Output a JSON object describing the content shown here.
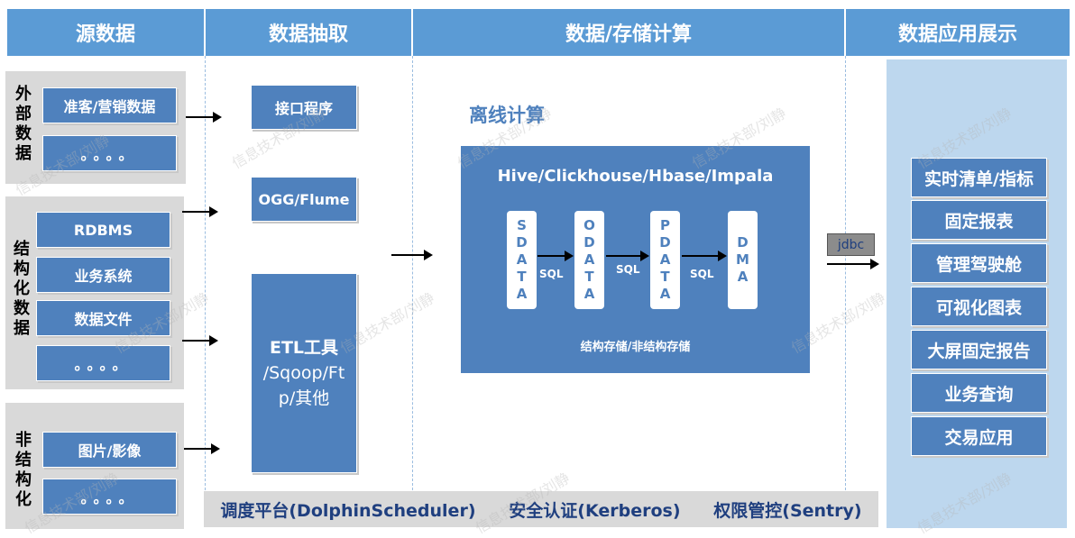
{
  "headers": [
    "源数据",
    "数据抽取",
    "数据/存储计算",
    "数据应用展示"
  ],
  "source": {
    "external": {
      "label": "外部数据",
      "items": [
        "准客/营销数据",
        "。。。。"
      ]
    },
    "structured": {
      "label": "结构化数据",
      "items": [
        "RDBMS",
        "业务系统",
        "数据文件",
        "。。。。"
      ]
    },
    "unstructured": {
      "label": "非结构化",
      "items": [
        "图片/影像",
        "。。。。"
      ]
    }
  },
  "extract": {
    "interface": "接口程序",
    "ogg": "OGG/Flume",
    "etl_line1": "ETL工具",
    "etl_line2": "/Sqoop/Ft",
    "etl_line3": "p/其他"
  },
  "compute": {
    "title": "离线计算",
    "engines": "Hive/Clickhouse/Hbase/Impala",
    "layers": [
      "SDATA",
      "ODATA",
      "PDATA",
      "DMA"
    ],
    "sql": "SQL",
    "storage": "结构存储/非结构存储"
  },
  "jdbc": "jdbc",
  "apps": [
    "实时清单/指标",
    "固定报表",
    "管理驾驶舱",
    "可视化图表",
    "大屏固定报告",
    "业务查询",
    "交易应用"
  ],
  "bottom": {
    "scheduler": "调度平台(DolphinScheduler)",
    "security": "安全认证(Kerberos)",
    "permission": "权限管控(Sentry)"
  },
  "watermark": "信息技术部/刘静"
}
